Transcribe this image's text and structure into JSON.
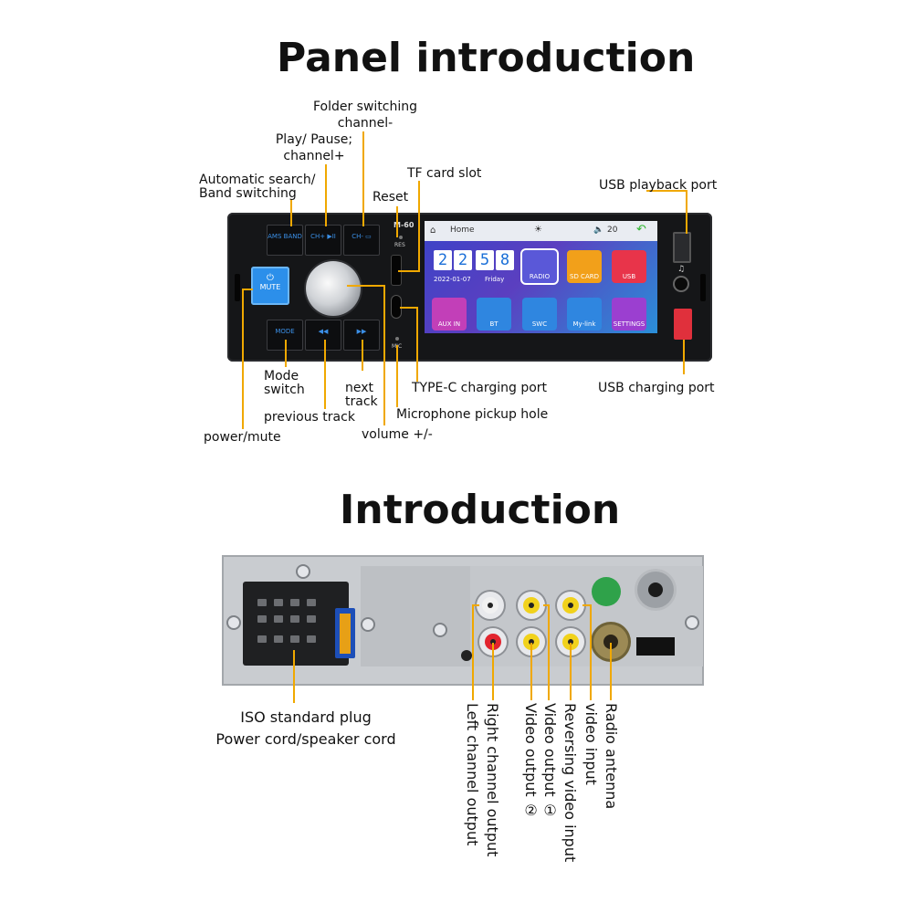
{
  "titles": {
    "panel": "Panel introduction",
    "intro": "Introduction"
  },
  "front_labels": {
    "folder_switching": [
      "Folder switching",
      "channel-"
    ],
    "play_pause": [
      "Play/ Pause;",
      "channel+"
    ],
    "auto_search": [
      "Automatic search/",
      "Band switching"
    ],
    "reset": "Reset",
    "tf_slot": "TF card slot",
    "usb_playback": "USB playback port",
    "mode_switch": [
      "Mode",
      "switch"
    ],
    "next_track": [
      "next",
      "track"
    ],
    "type_c": "TYPE-C charging port",
    "usb_charging": "USB charging port",
    "previous_track": "previous track",
    "mic_hole": "Microphone pickup hole",
    "power_mute": "power/mute",
    "volume": "volume +/-"
  },
  "device": {
    "model": "M-60",
    "res": "RES",
    "mic": "MIC",
    "buttons": {
      "ams": "AMS BAND",
      "ch_plus": "CH+ ▶II",
      "ch_minus": "CH- ▭",
      "mute": "MUTE",
      "mode": "MODE",
      "prev": "◀◀",
      "next": "▶▶"
    },
    "screen": {
      "home": "Home",
      "volume": "20",
      "time_h1": "2",
      "time_h2": "2",
      "time_m1": "5",
      "time_m2": "8",
      "date": "2022-01-07",
      "day": "Friday",
      "tiles": [
        "RADIO",
        "SD CARD",
        "USB",
        "AUX IN",
        "BT",
        "SWC",
        "My-link",
        "SETTINGS"
      ]
    },
    "colors": {
      "accent_line": "#f0a800",
      "mute_button": "#2c8fea",
      "screen_bg": "#3a44c8"
    }
  },
  "rear_labels": {
    "iso": [
      "ISO standard plug",
      "Power cord/speaker cord"
    ],
    "left_channel": "Left channel output",
    "right_channel": "Right channel output",
    "video_out_2": "Video output ②",
    "video_out_1": "Video output ①",
    "reversing_in": "Reversing video input",
    "video_in": "video input",
    "radio_antenna": "Radio antenna"
  }
}
